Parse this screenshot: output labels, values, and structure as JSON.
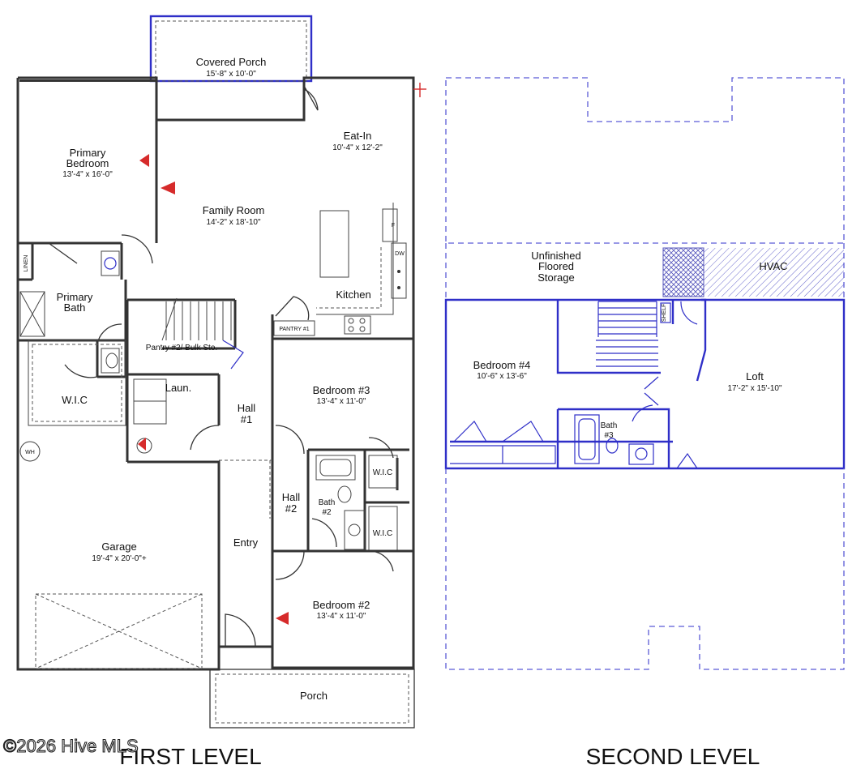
{
  "levels": {
    "first": "FIRST LEVEL",
    "second": "SECOND LEVEL"
  },
  "watermark": "©2026 Hive MLS",
  "rooms_first": {
    "covered_porch": {
      "name": "Covered Porch",
      "dim": "15'-8\" x 10'-0\""
    },
    "eat_in": {
      "name": "Eat-In",
      "dim": "10'-4\" x 12'-2\""
    },
    "primary_bedroom": {
      "name1": "Primary",
      "name2": "Bedroom",
      "dim": "13'-4\" x 16'-0\""
    },
    "family_room": {
      "name": "Family Room",
      "dim": "14'-2\" x 18'-10\""
    },
    "kitchen": {
      "name": "Kitchen"
    },
    "pantry1": {
      "name": "PANTRY #1"
    },
    "primary_bath": {
      "name1": "Primary",
      "name2": "Bath"
    },
    "linen": {
      "name": "LINEN"
    },
    "pantry2": {
      "name": "Pantry #2/ Bulk Sto."
    },
    "wic_primary": {
      "name": "W.I.C"
    },
    "laundry": {
      "name": "Laun."
    },
    "hall1": {
      "name1": "Hall",
      "name2": "#1"
    },
    "bedroom3": {
      "name": "Bedroom #3",
      "dim": "13'-4\" x 11'-0\""
    },
    "wh": {
      "name": "WH"
    },
    "hall2": {
      "name1": "Hall",
      "name2": "#2"
    },
    "bath2": {
      "name1": "Bath",
      "name2": "#2"
    },
    "wic_b3": {
      "name": "W.I.C"
    },
    "wic_b2": {
      "name": "W.I.C"
    },
    "garage": {
      "name": "Garage",
      "dim": "19'-4\" x 20'-0\"+"
    },
    "entry": {
      "name": "Entry"
    },
    "bedroom2": {
      "name": "Bedroom #2",
      "dim": "13'-4\" x 11'-0\""
    },
    "porch": {
      "name": "Porch"
    },
    "fridge": {
      "name": "F"
    },
    "dw": {
      "name": "DW"
    }
  },
  "rooms_second": {
    "storage": {
      "name1": "Unfinished",
      "name2": "Floored",
      "name3": "Storage"
    },
    "hvac": {
      "name": "HVAC"
    },
    "bedroom4": {
      "name": "Bedroom #4",
      "dim": "10'-6\" x 13'-6\""
    },
    "loft": {
      "name": "Loft",
      "dim": "17'-2\" x 15'-10\""
    },
    "bath3": {
      "name1": "Bath",
      "name2": "#3"
    },
    "shelf": {
      "name": "SHELF"
    }
  }
}
